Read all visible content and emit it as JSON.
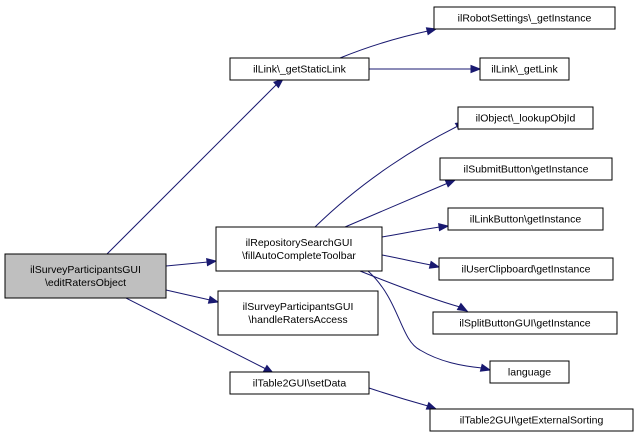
{
  "nodes": [
    {
      "id": "root",
      "lines": [
        "ilSurveyParticipantsGUI",
        "\\editRatersObject"
      ]
    },
    {
      "id": "getStaticLink",
      "lines": [
        "ilLink\\_getStaticLink"
      ]
    },
    {
      "id": "robotSettings",
      "lines": [
        "ilRobotSettings\\_getInstance"
      ]
    },
    {
      "id": "getLink",
      "lines": [
        "ilLink\\_getLink"
      ]
    },
    {
      "id": "fillToolbar",
      "lines": [
        "ilRepositorySearchGUI",
        "\\fillAutoCompleteToolbar"
      ]
    },
    {
      "id": "lookupObjId",
      "lines": [
        "ilObject\\_lookupObjId"
      ]
    },
    {
      "id": "submitButton",
      "lines": [
        "ilSubmitButton\\getInstance"
      ]
    },
    {
      "id": "linkButton",
      "lines": [
        "ilLinkButton\\getInstance"
      ]
    },
    {
      "id": "userClipboard",
      "lines": [
        "ilUserClipboard\\getInstance"
      ]
    },
    {
      "id": "splitButton",
      "lines": [
        "ilSplitButtonGUI\\getInstance"
      ]
    },
    {
      "id": "language",
      "lines": [
        "language"
      ]
    },
    {
      "id": "handleRaters",
      "lines": [
        "ilSurveyParticipantsGUI",
        "\\handleRatersAccess"
      ]
    },
    {
      "id": "setData",
      "lines": [
        "ilTable2GUI\\setData"
      ]
    },
    {
      "id": "externalSorting",
      "lines": [
        "ilTable2GUI\\getExternalSorting"
      ]
    }
  ],
  "edges": [
    {
      "from": "root",
      "to": "getStaticLink"
    },
    {
      "from": "root",
      "to": "fillToolbar"
    },
    {
      "from": "root",
      "to": "handleRaters"
    },
    {
      "from": "root",
      "to": "setData"
    },
    {
      "from": "getStaticLink",
      "to": "robotSettings"
    },
    {
      "from": "getStaticLink",
      "to": "getLink"
    },
    {
      "from": "fillToolbar",
      "to": "lookupObjId"
    },
    {
      "from": "fillToolbar",
      "to": "submitButton"
    },
    {
      "from": "fillToolbar",
      "to": "linkButton"
    },
    {
      "from": "fillToolbar",
      "to": "userClipboard"
    },
    {
      "from": "fillToolbar",
      "to": "splitButton"
    },
    {
      "from": "fillToolbar",
      "to": "language"
    },
    {
      "from": "setData",
      "to": "externalSorting"
    }
  ],
  "colors": {
    "edge": "#191970",
    "root_fill": "#bfbfbf",
    "node_fill": "#ffffff",
    "border": "#000000"
  }
}
